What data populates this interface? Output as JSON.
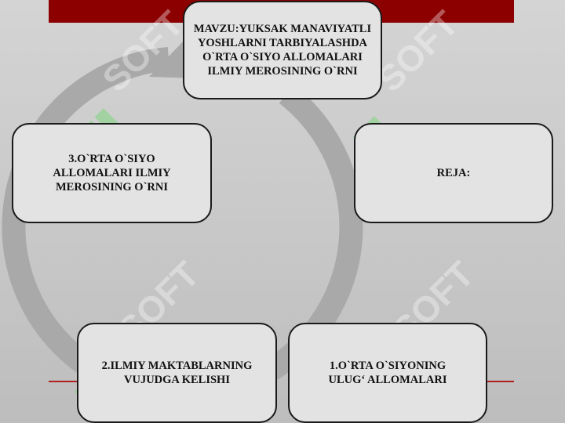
{
  "colors": {
    "top_bar": "#8c0000",
    "box_fill": "#e3e3e3",
    "box_border": "#1a1a1a",
    "cycle_arrow": "#a9a9a9",
    "watermark": "#7ed67e"
  },
  "watermark_text": "SOFT",
  "boxes": {
    "topic": "MAVZU:YUKSAK MANAVIYATLI YOSHLARNI TARBIYALASHDA O`RTA O`SIYO ALLOMALARI ILMIY MEROSINING O`RNI",
    "plan": "REJA:",
    "item1": "1.O`RTA O`SIYONING ULUG‘ ALLOMALARI",
    "item2": "2.ILMIY MAKTABLARNING VUJUDGA KELISHI",
    "item3": "3.O`RTA O`SIYO ALLOMALARI ILMIY MEROSINING O`RNI"
  }
}
